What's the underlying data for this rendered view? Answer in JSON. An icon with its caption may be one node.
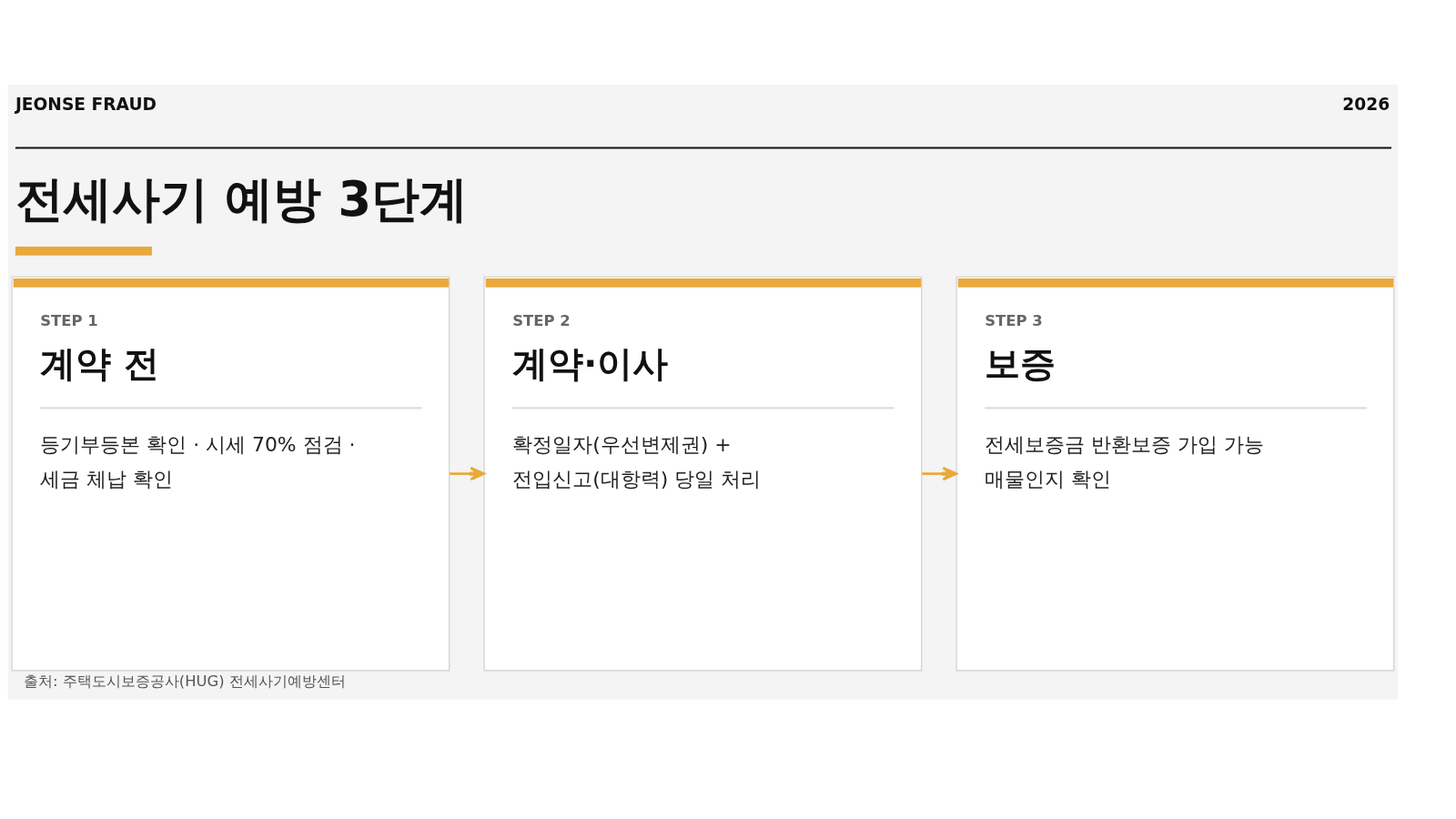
{
  "diagram": {
    "title": "전세사기 예방 3단계",
    "caption": "출처: 주택도시보증공사(HUG) 전세사기예방센터",
    "nodes": [
      {
        "text": [
          "STEP 1",
          "계약 전",
          "등기부등본 확인 · 시세 70% 점검 · 세금 체납 확인"
        ]
      },
      {
        "text": [
          "STEP 2",
          "계약·이사",
          "확정일자(우선변제권) + 전입신고(대항력) 당일 처리"
        ]
      },
      {
        "text": [
          "STEP 3",
          "보증",
          "전세보증금 반환보증 가입 가능 매물인지 확인"
        ]
      }
    ],
    "edges": [
      {
        "from": 0,
        "to": 1,
        "arrow": "to"
      },
      {
        "from": 1,
        "to": 2,
        "arrow": "to"
      }
    ],
    "labels": [
      "JEONSE FRAUD",
      "2026"
    ]
  }
}
